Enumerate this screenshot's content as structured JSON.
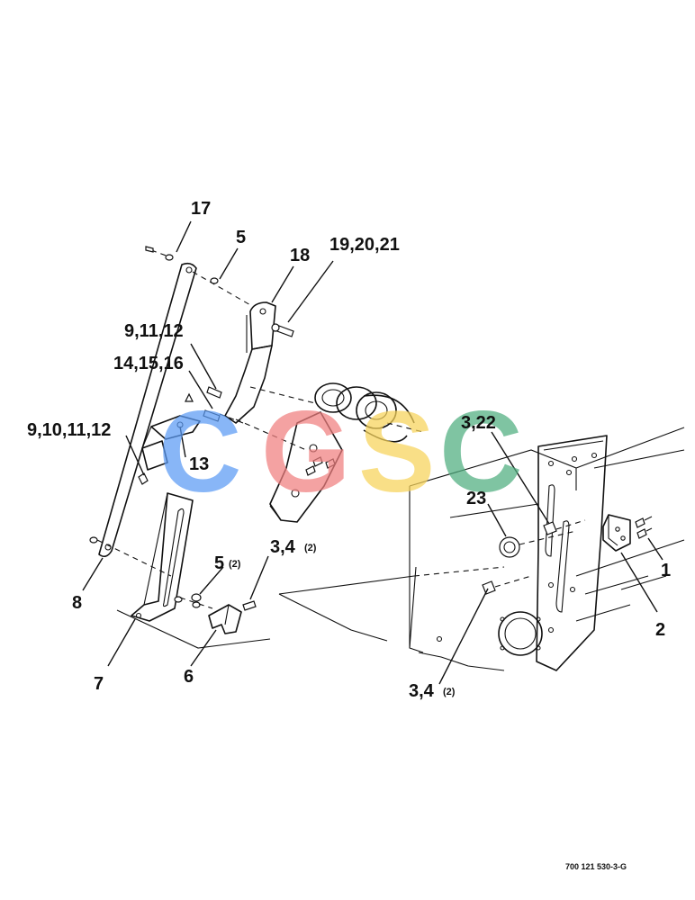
{
  "callouts": {
    "c17": "17",
    "c5_top": "5",
    "c18": "18",
    "c19_20_21": "19,20,21",
    "c9_11_12": "9,11,12",
    "c14_15_16": "14,15,16",
    "c9_10_11_12": "9,10,11,12",
    "c13": "13",
    "c8": "8",
    "c7": "7",
    "c5_low": "5",
    "c5_low_qty": "(2)",
    "c3_4_low": "3,4",
    "c3_4_low_qty": "(2)",
    "c6": "6",
    "c3_22": "3,22",
    "c23": "23",
    "c1": "1",
    "c2": "2",
    "c3_4_right": "3,4",
    "c3_4_right_qty": "(2)"
  },
  "watermark": {
    "letters": [
      "C",
      "G",
      "S",
      "C"
    ],
    "colors": [
      "#5b9bf5",
      "#f07f7f",
      "#f7d35a",
      "#4fae7f"
    ]
  },
  "drawing_number": "700 121 530-3-G"
}
